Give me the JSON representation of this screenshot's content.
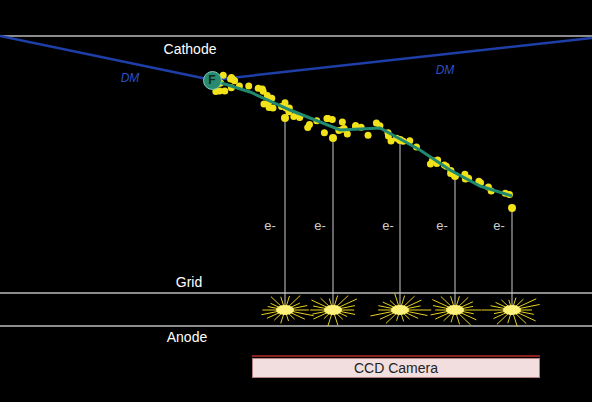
{
  "diagram": {
    "nodes": [
      {
        "text": [
          "F"
        ]
      },
      {
        "text": [
          "CCD Camera"
        ]
      }
    ],
    "labels": [
      "Cathode",
      "DM",
      "DM",
      "e-",
      "e-",
      "e-",
      "e-",
      "e-",
      "Grid",
      "Anode"
    ]
  }
}
